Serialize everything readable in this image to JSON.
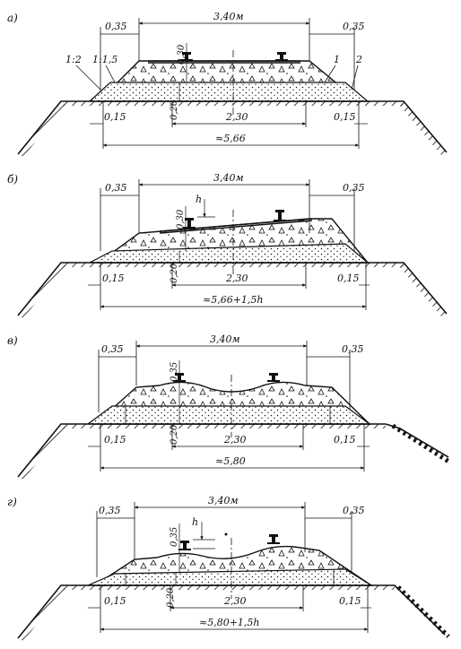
{
  "panels": [
    {
      "label": "а)",
      "top_width": "3,40м",
      "shoulder_left": "0,35",
      "shoulder_right": "0,35",
      "rail_height": "0,30",
      "sub_height": "0,20",
      "base_width": "2,30",
      "edge_left": "0,15",
      "edge_right": "0,15",
      "total": "≈5,66",
      "slope_outer": "1:2",
      "slope_inner": "1:1,5",
      "marker_1": "1",
      "marker_2": "2",
      "h": ""
    },
    {
      "label": "б)",
      "top_width": "3,40м",
      "shoulder_left": "0,35",
      "shoulder_right": "0,35",
      "rail_height": "0,30",
      "sub_height": "0,20",
      "base_width": "2,30",
      "edge_left": "0,15",
      "edge_right": "0,15",
      "total": "≈5,66+1,5h",
      "slope_outer": "",
      "slope_inner": "",
      "marker_1": "",
      "marker_2": "",
      "h": "h"
    },
    {
      "label": "в)",
      "top_width": "3,40м",
      "shoulder_left": "0,35",
      "shoulder_right": "0,35",
      "rail_height": "0,35",
      "sub_height": "0,20",
      "base_width": "2,30",
      "edge_left": "0,15",
      "edge_right": "0,15",
      "total": "≈5,80",
      "slope_outer": "",
      "slope_inner": "",
      "marker_1": "",
      "marker_2": "",
      "h": ""
    },
    {
      "label": "г)",
      "top_width": "3,40м",
      "shoulder_left": "0,35",
      "shoulder_right": "0,35",
      "rail_height": "0,35",
      "sub_height": "0,20",
      "base_width": "2,30",
      "edge_left": "0,15",
      "edge_right": "0,15",
      "total": "≈5,80+1,5h",
      "slope_outer": "",
      "slope_inner": "",
      "marker_1": "",
      "marker_2": "",
      "h": "h"
    }
  ]
}
